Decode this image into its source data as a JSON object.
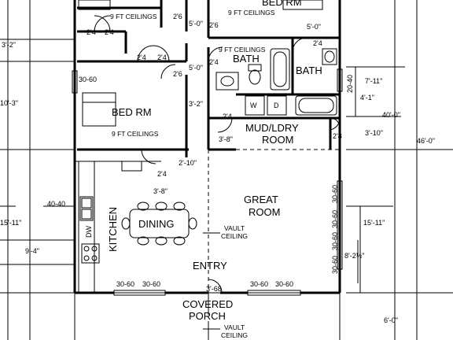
{
  "rooms": {
    "bed_top": "BED RM",
    "ceil_top_left": "9 FT CEILINGS",
    "ceil_top_right": "9 FT CEILINGS",
    "bed_left": "BED RM",
    "ceil_bed_left": "9 FT CEILINGS",
    "bath_center": "BATH",
    "ceil_bath_center": "9 FT CEILINGS",
    "bath_right": "BATH",
    "mud_line1": "MUD/LDRY",
    "mud_line2": "ROOM",
    "great_line1": "GREAT",
    "great_line2": "ROOM",
    "dining": "DINING",
    "kitchen": "KITCHEN",
    "entry": "ENTRY",
    "porch_line1": "COVERED",
    "porch_line2": "PORCH",
    "vault1_line1": "VAULT",
    "vault1_line2": "CEILING",
    "vault2_line1": "VAULT",
    "vault2_line2": "CEILING"
  },
  "dimensions_left": [
    "3'-2\"",
    "10'-3\"",
    "40-40",
    "15'-11\"",
    "9'-4\""
  ],
  "dimensions_right": [
    "7'-11\"",
    "4'-1\"",
    "40'-0\"",
    "3'-10\"",
    "46'-0\"",
    "15'-11\"",
    "8'-2½\"",
    "6'-0\""
  ],
  "interior_dims": [
    "2'6",
    "5'-0\"",
    "2'6",
    "5'-0\"",
    "5'-0\"",
    "2'6",
    "3'-2\"",
    "3'-8\"",
    "2'-10\"",
    "3'-8\"",
    "2'8"
  ],
  "door_sizes": [
    "2'4",
    "2'4",
    "2'4",
    "2'4",
    "2'4",
    "2'4",
    "2'4",
    "2'4",
    "3'-68"
  ],
  "window_sizes": [
    "30-60",
    "30-60",
    "30-60",
    "30-60",
    "30-60",
    "30-60",
    "30-60",
    "30-60",
    "30-60",
    "20-40"
  ],
  "fixture_labels": [
    "W",
    "D",
    "DW"
  ]
}
